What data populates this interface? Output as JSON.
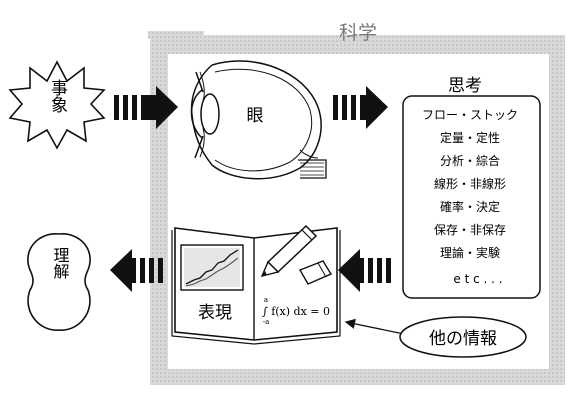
{
  "region_label": "科学",
  "event_label": "事象",
  "eye_label": "眼",
  "thinking": {
    "title": "思考",
    "items": [
      "フロー・ストック",
      "定量・定性",
      "分析・綜合",
      "線形・非線形",
      "確率・決定",
      "保存・非保存",
      "理論・実験",
      "e t c . . ."
    ]
  },
  "expression_label": "表現",
  "formula": "∫ f(x) dx = 0",
  "formula_limits": {
    "upper": "a",
    "lower": "-a"
  },
  "other_info_label": "他の情報",
  "understanding_label": "理解"
}
